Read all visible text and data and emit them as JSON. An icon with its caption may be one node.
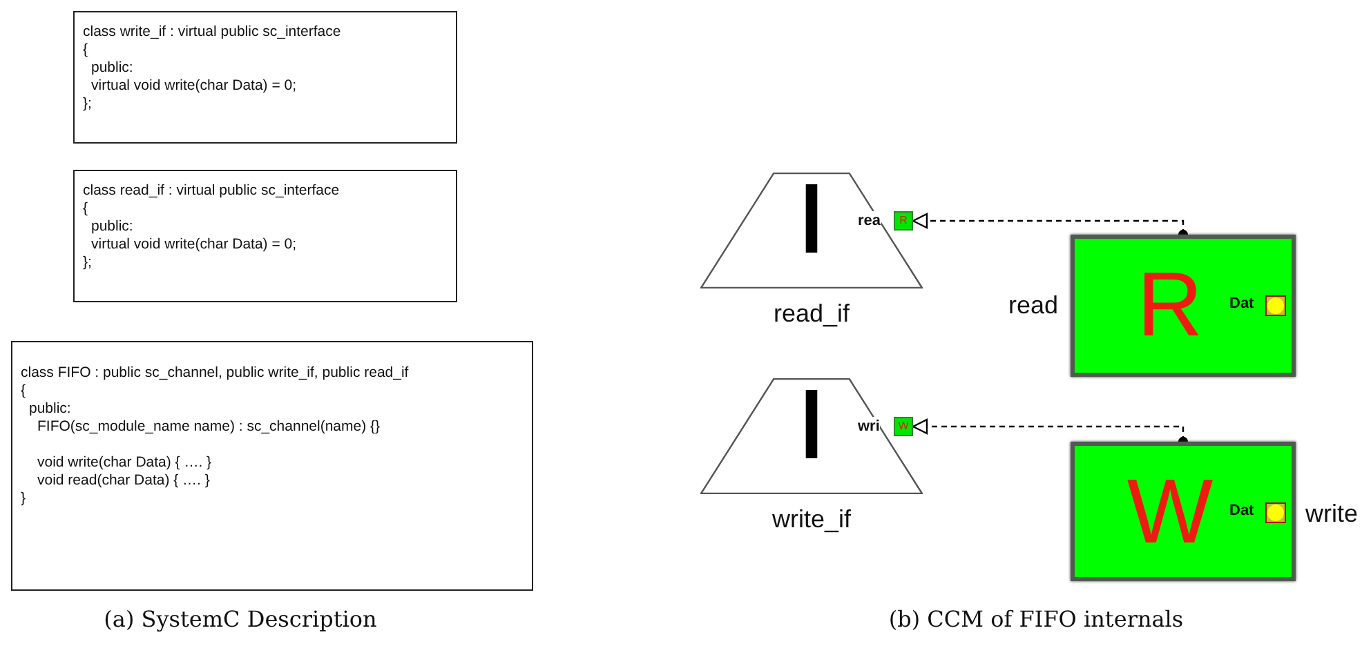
{
  "diagram": {
    "nodes": [
      {
        "text": [
          "class write_if : virtual public sc_interface",
          "{",
          "public:",
          "virtual void write(char Data) = 0;",
          "};"
        ]
      },
      {
        "text": [
          "class read_if : virtual public sc_interface",
          "{",
          "public:",
          "virtual void write(char Data) = 0;",
          "};"
        ]
      },
      {
        "text": [
          "class FIFO : public sc_channel, public write_if, public read_if",
          "{",
          "public:",
          "FIFO(sc_module_name name) : sc_channel(name) {}",
          "void write(char Data) { …. }",
          "void read(char Data) { …. }",
          "}"
        ]
      },
      {
        "text": [
          "I"
        ],
        "beside": [
          "read_if"
        ]
      },
      {
        "text": [
          "R"
        ]
      },
      {
        "text": [
          "R"
        ],
        "beside": [
          "read"
        ]
      },
      {
        "text": [],
        "shape": "box",
        "beside": [
          "Dat"
        ],
        "in": 5
      },
      {
        "text": [
          "I"
        ],
        "beside": [
          "write_if"
        ]
      },
      {
        "text": [
          "W"
        ]
      },
      {
        "text": [
          "W"
        ],
        "beside": [
          "write"
        ]
      },
      {
        "text": [],
        "shape": "box",
        "beside": [
          "Dat"
        ],
        "in": 9
      }
    ],
    "edges": [
      {
        "from": 5,
        "to": 4,
        "arrow": "to",
        "style": "dashed"
      },
      {
        "from": 9,
        "to": 8,
        "arrow": "to",
        "style": "dashed"
      }
    ],
    "labels": [
      "rea",
      "wri",
      "(a) SystemC Description",
      "(b) CCM of FIFO internals"
    ]
  }
}
